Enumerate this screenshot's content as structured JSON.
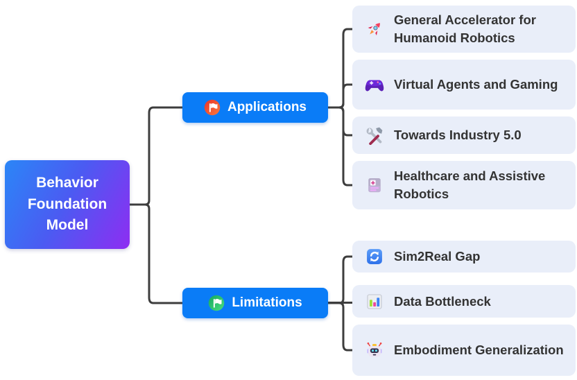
{
  "diagram": {
    "type": "mindmap",
    "root": {
      "label": "Behavior Foundation Model"
    },
    "branches": [
      {
        "label": "Applications",
        "icon": "flag-red-circle-icon",
        "children": [
          {
            "label": "General Accelerator for Humanoid Robotics",
            "icon": "rocket-icon"
          },
          {
            "label": "Virtual Agents and Gaming",
            "icon": "gamepad-icon"
          },
          {
            "label": "Towards Industry 5.0",
            "icon": "hammer-wrench-icon"
          },
          {
            "label": "Healthcare and Assistive Robotics",
            "icon": "hospital-icon"
          }
        ]
      },
      {
        "label": "Limitations",
        "icon": "flag-green-circle-icon",
        "children": [
          {
            "label": "Sim2Real Gap",
            "icon": "sync-arrows-icon"
          },
          {
            "label": "Data Bottleneck",
            "icon": "bar-chart-icon"
          },
          {
            "label": "Embodiment Generalization",
            "icon": "robot-icon"
          }
        ]
      }
    ]
  },
  "colors": {
    "canvas_bg": "#ffffff",
    "root_gradient_start": "#2b86f7",
    "root_gradient_end": "#8e2df2",
    "branch_bg": "#0a7cf7",
    "leaf_bg": "#e9eef9",
    "leaf_text": "#333333",
    "line": "#3d3d3d"
  }
}
